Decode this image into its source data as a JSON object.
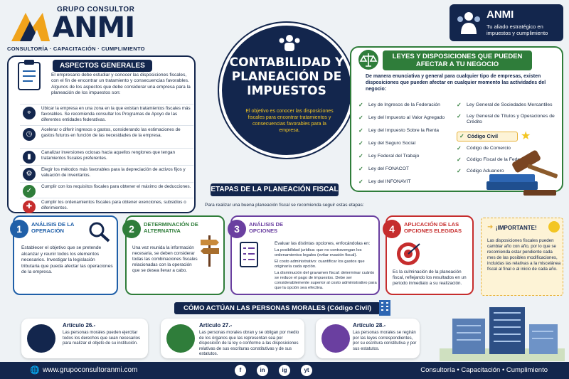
{
  "logo": {
    "group": "GRUPO CONSULTOR",
    "brand": "ANMI",
    "tagline": "CONSULTORÍA · CAPACITACIÓN · CUMPLIMIENTO"
  },
  "badge": {
    "title": "ANMI",
    "subtitle": "Tu aliado estratégico en impuestos y cumplimiento"
  },
  "center": {
    "title": "CONTABILIDAD Y PLANEACIÓN DE IMPUESTOS",
    "description": "El objetivo es conocer las disposiciones fiscales para encontrar tratamientos y consecuencias favorables para la empresa."
  },
  "aspectos": {
    "title": "ASPECTOS GENERALES",
    "intro": "El empresario debe estudiar y conocer las disposiciones fiscales, con el fin de encontrar un tratamiento y consecuencias favorables. Algunos de los aspectos que debe considerar una empresa para la planeación de los impuestos son:",
    "items": [
      "Ubicar la empresa en una zona en la que existan tratamientos fiscales más favorables. Se recomienda consultar los Programas de Apoyo de las diferentes entidades federativas.",
      "Acelerar o diferir ingresos o gastos, considerando las estimaciones de gastos futuros en función de las necesidades de la empresa.",
      "Canalizar inversiones ociosas hacia aquellos renglones que tengan tratamientos fiscales preferentes.",
      "Elegir los métodos más favorables para la depreciación de activos fijos y valuación de inventarios.",
      "Cumplir con los requisitos fiscales para obtener el máximo de deducciones.",
      "Cumplir los ordenamientos fiscales para obtener exenciones, subsidios o diferimientos."
    ]
  },
  "leyes": {
    "title": "LEYES Y DISPOSICIONES QUE PUEDEN AFECTAR A TU NEGOCIO",
    "intro": "De manera enunciativa y general para cualquier tipo de empresas, existen disposiciones que pueden afectar en cualquier momento las actividades del negocio:",
    "left": [
      "Ley de Ingresos de la Federación",
      "Ley del Impuesto al Valor Agregado",
      "Ley del Impuesto Sobre la Renta",
      "Ley del Seguro Social",
      "Ley Federal del Trabajo",
      "Ley del FONACOT",
      "Ley del INFONAVIT"
    ],
    "right": [
      "Ley General de Sociedades Mercantiles",
      "Ley General de Títulos y Operaciones de Crédito",
      "Código Civil",
      "Código de Comercio",
      "Código Fiscal de la Federación",
      "Código Aduanero"
    ]
  },
  "etapas": {
    "title": "ETAPAS DE LA PLANEACIÓN FISCAL",
    "subtitle": "Para realizar una buena planeación fiscal se recomienda seguir estas etapas:",
    "steps": [
      {
        "num": "1",
        "title": "ANÁLISIS DE LA OPERACIÓN",
        "desc": "Establecer el objetivo que se pretende alcanzar y reunir todos los elementos necesarios. Investigar la legislación tributaria que pueda afectar las operaciones de la empresa.",
        "color": "#1f5fa8"
      },
      {
        "num": "2",
        "title": "DETERMINACIÓN DE ALTERNATIVA",
        "desc": "Una vez reunida la información necesaria, se deben considerar todas las combinaciones fiscales relacionadas con la operación que se desea llevar a cabo.",
        "color": "#2f7d3a"
      },
      {
        "num": "3",
        "title": "ANÁLISIS DE OPCIONES",
        "desc": "Evaluar las distintas opciones, enfocándolas en:",
        "color": "#6a3fa0",
        "bullets": [
          "La posibilidad jurídica: que no contravengan los ordenamientos legales (evitar evasión fiscal).",
          "El costo administrativo: cuantificar los gastos que originaría cada opción.",
          "La disminución del gravamen fiscal: determinar cuánto se reduce el pago de impuestos. Debe ser considerablemente superior al costo administrativo para que la opción sea efectiva."
        ]
      },
      {
        "num": "4",
        "title": "APLICACIÓN DE LAS OPCIONES ELEGIDAS",
        "desc": "Es la culminación de la planeación fiscal, reflejando los resultados en un periodo inmediato a su realización.",
        "color": "#c62d2d"
      }
    ]
  },
  "importante": {
    "title": "¡IMPORTANTE!",
    "desc": "Las disposiciones fiscales pueden cambiar año con año, por lo que se recomienda estar pendiente cada mes de las posibles modificaciones, incluidas las relativas a la miscelánea fiscal al final o al inicio de cada año."
  },
  "personas": {
    "title": "CÓMO ACTÚAN LAS PERSONAS MORALES (Código Civil)",
    "articles": [
      {
        "title": "Artículo 26.-",
        "desc": "Las personas morales pueden ejercitar todos los derechos que sean necesarios para realizar el objeto de su institución."
      },
      {
        "title": "Artículo 27.-",
        "desc": "Las personas morales obran y se obligan por medio de los órganos que las representan sea por disposición de la ley o conforme a las disposiciones relativas de sus escrituras constitutivas y de sus estatutos."
      },
      {
        "title": "Artículo 28.-",
        "desc": "Las personas morales se regirán por las leyes correspondientes, por su escritura constitutiva y por sus estatutos."
      }
    ]
  },
  "footer": {
    "web": "www.grupoconsultoranmi.com",
    "services": "Consultoría  •  Capacitación  •  Cumplimiento",
    "social": [
      "f",
      "in",
      "ig",
      "yt"
    ]
  },
  "colors": {
    "navy": "#13264d",
    "green": "#2f7d3a",
    "gold": "#f3c623",
    "red": "#c62d2d"
  }
}
